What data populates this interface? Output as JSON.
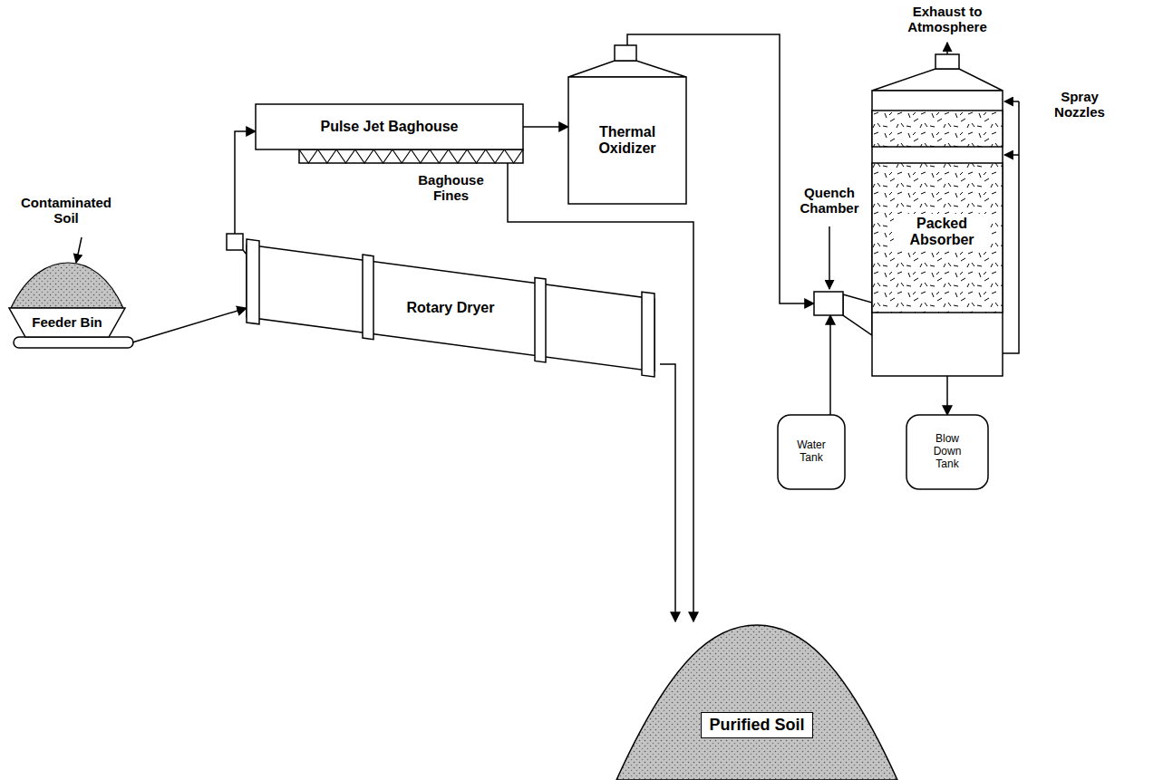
{
  "diagram": {
    "nodes": [
      {
        "text": [
          "Feeder Bin"
        ]
      },
      {
        "text": [
          "Rotary Dryer"
        ]
      },
      {
        "text": [
          "Pulse Jet Baghouse"
        ]
      },
      {
        "text": [
          "Thermal Oxidizer"
        ]
      },
      {
        "text": [
          "Quench Chamber"
        ]
      },
      {
        "text": [
          "Packed Absorber"
        ]
      },
      {
        "text": [
          "Water Tank"
        ]
      },
      {
        "text": [
          "Blow Down Tank"
        ]
      },
      {
        "text": [
          "Purified Soil"
        ]
      }
    ],
    "edges": [
      {
        "from": 0,
        "to": 1,
        "arrow": "to"
      },
      {
        "from": 1,
        "to": 2,
        "arrow": "to"
      },
      {
        "from": 2,
        "to": 3,
        "arrow": "to"
      },
      {
        "from": 3,
        "to": 4,
        "arrow": "to"
      },
      {
        "from": 6,
        "to": 4,
        "arrow": "to"
      },
      {
        "from": 4,
        "to": 5,
        "arrow": "none"
      },
      {
        "from": 5,
        "to": 7,
        "arrow": "to"
      },
      {
        "from": 1,
        "to": 8,
        "arrow": "to"
      },
      {
        "from": 2,
        "to": 8,
        "label": "Baghouse Fines",
        "arrow": "to"
      }
    ],
    "labels": [
      "Contaminated Soil",
      "Spray Nozzles",
      "Exhaust to Atmosphere"
    ]
  }
}
